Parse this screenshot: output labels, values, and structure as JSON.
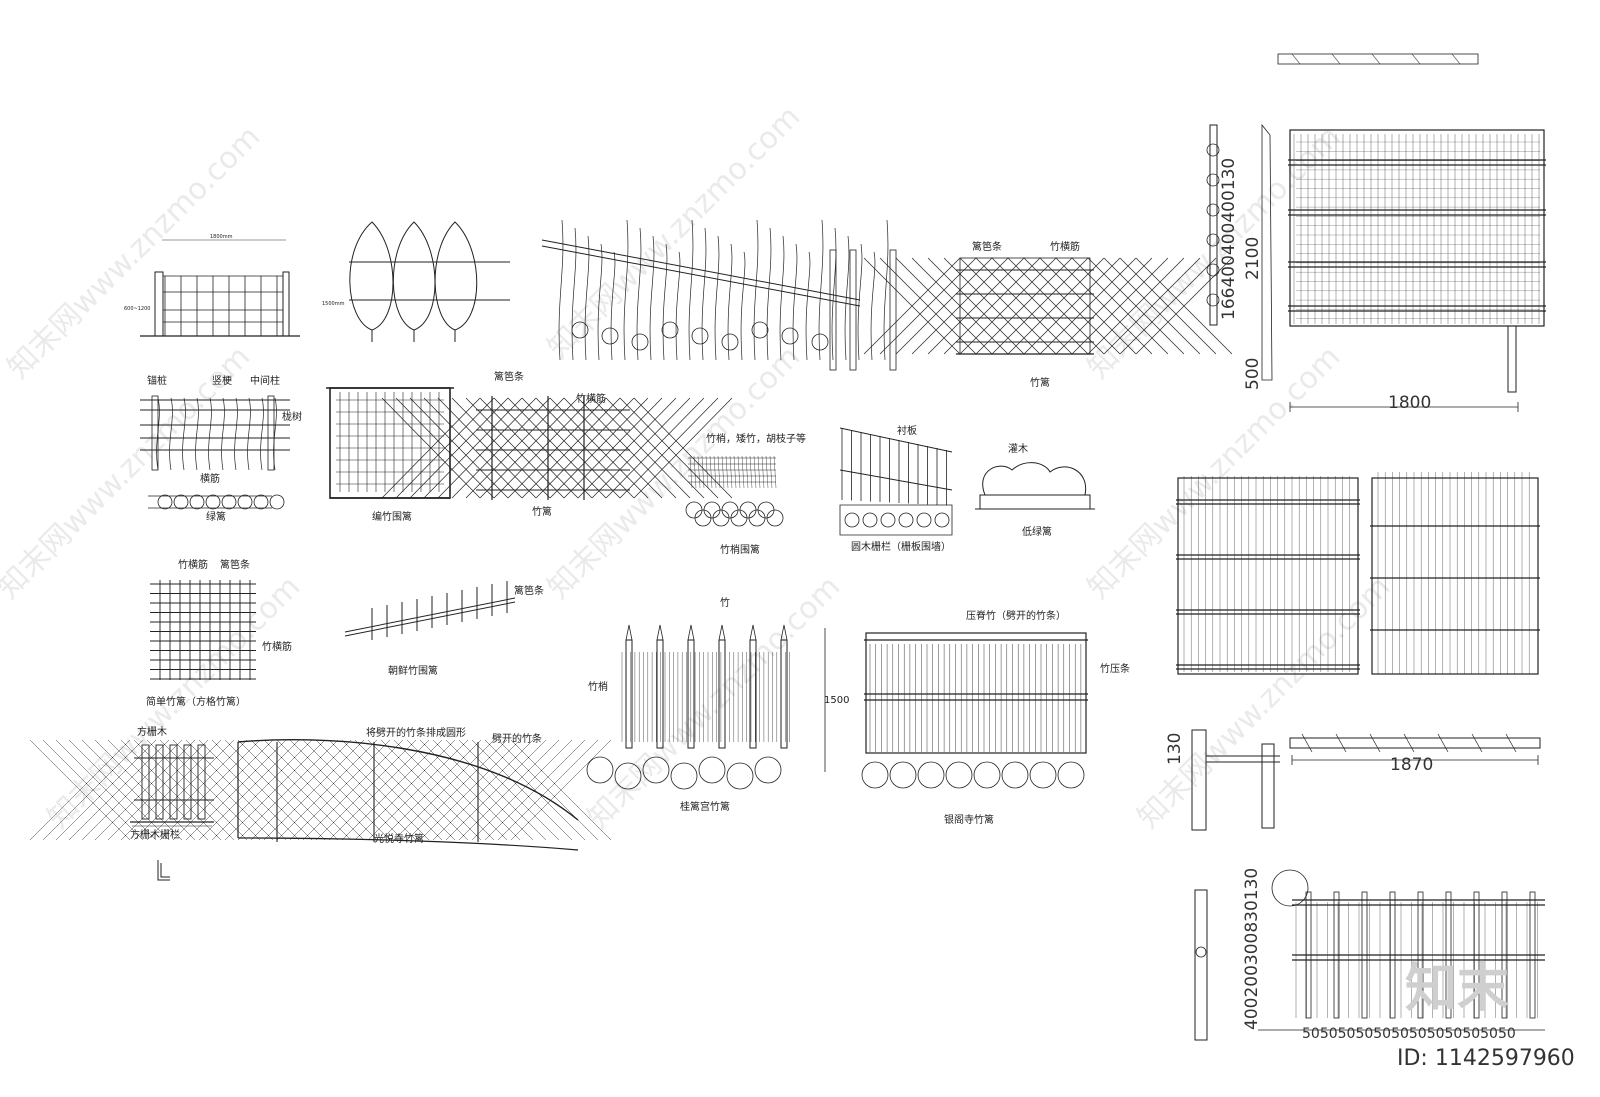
{
  "labels": {
    "lvli": "绿篱",
    "lvli_mao": "锚桩",
    "lvli_shugeng": "竖梗",
    "lvli_zhongjian": "中间柱",
    "lvli_jiangshu": "栊树",
    "lvli_hengjin": "横筋",
    "bian_zhu": "编竹围篱",
    "zhu_li_a": "竹篱",
    "zhu_li_a_lib": "篱笆条",
    "zhu_hengjin_top": "竹横筋",
    "zhu_li_b": "竹篱",
    "zhu_li_b_lib": "篱笆条",
    "zhu_li_b_heng": "竹横筋",
    "shaowei": "竹梢，矮竹，胡枝子等",
    "shaowei_cap": "竹梢围篱",
    "cheng_ban": "衬板",
    "yuanmu": "圆木栅栏（栅板围墙）",
    "guan_mu": "灌木",
    "di_lvli": "低绿篱",
    "jiandan": "简单竹篱（方格竹篱）",
    "jiandan_heng": "竹横筋",
    "jiandan_lib": "篱笆条",
    "jiandan_heng2": "竹横筋",
    "chaoxian": "朝鲜竹围篱",
    "chaoxian_lib": "篱笆条",
    "guili_zhu": "竹",
    "guili_shao": "竹梢",
    "guili_cap": "桂篱宫竹篱",
    "guili_dim": "1500",
    "yinge_top": "压脊竹（劈开的竹条）",
    "yinge_side": "竹压条",
    "yinge_cap": "银阁寺竹篱",
    "fangzha_top": "方栅木",
    "fangzha_cap": "方栅木栅栏",
    "guangyue_a": "将劈开的竹条排成圆形",
    "guangyue_b": "劈开的竹条",
    "guangyue_cap": "光悦寺竹篱",
    "lvli_top_dim": "1800mm",
    "lvli_side_dim": "600~1200",
    "trees_dim": "1500mm"
  },
  "dims": {
    "right_top_v": "166400400400130",
    "right_top_h": "2100",
    "right_top_w": "1800",
    "right_top_post": "500",
    "right_mid_w": "1870",
    "right_mid_h": "130",
    "right_bot_v": "400200300830130",
    "right_bot_h": "505050505050505050505050"
  },
  "watermark": {
    "text": "知末网www.znzmo.com",
    "logo": "知末",
    "id": "ID: 1142597960"
  }
}
